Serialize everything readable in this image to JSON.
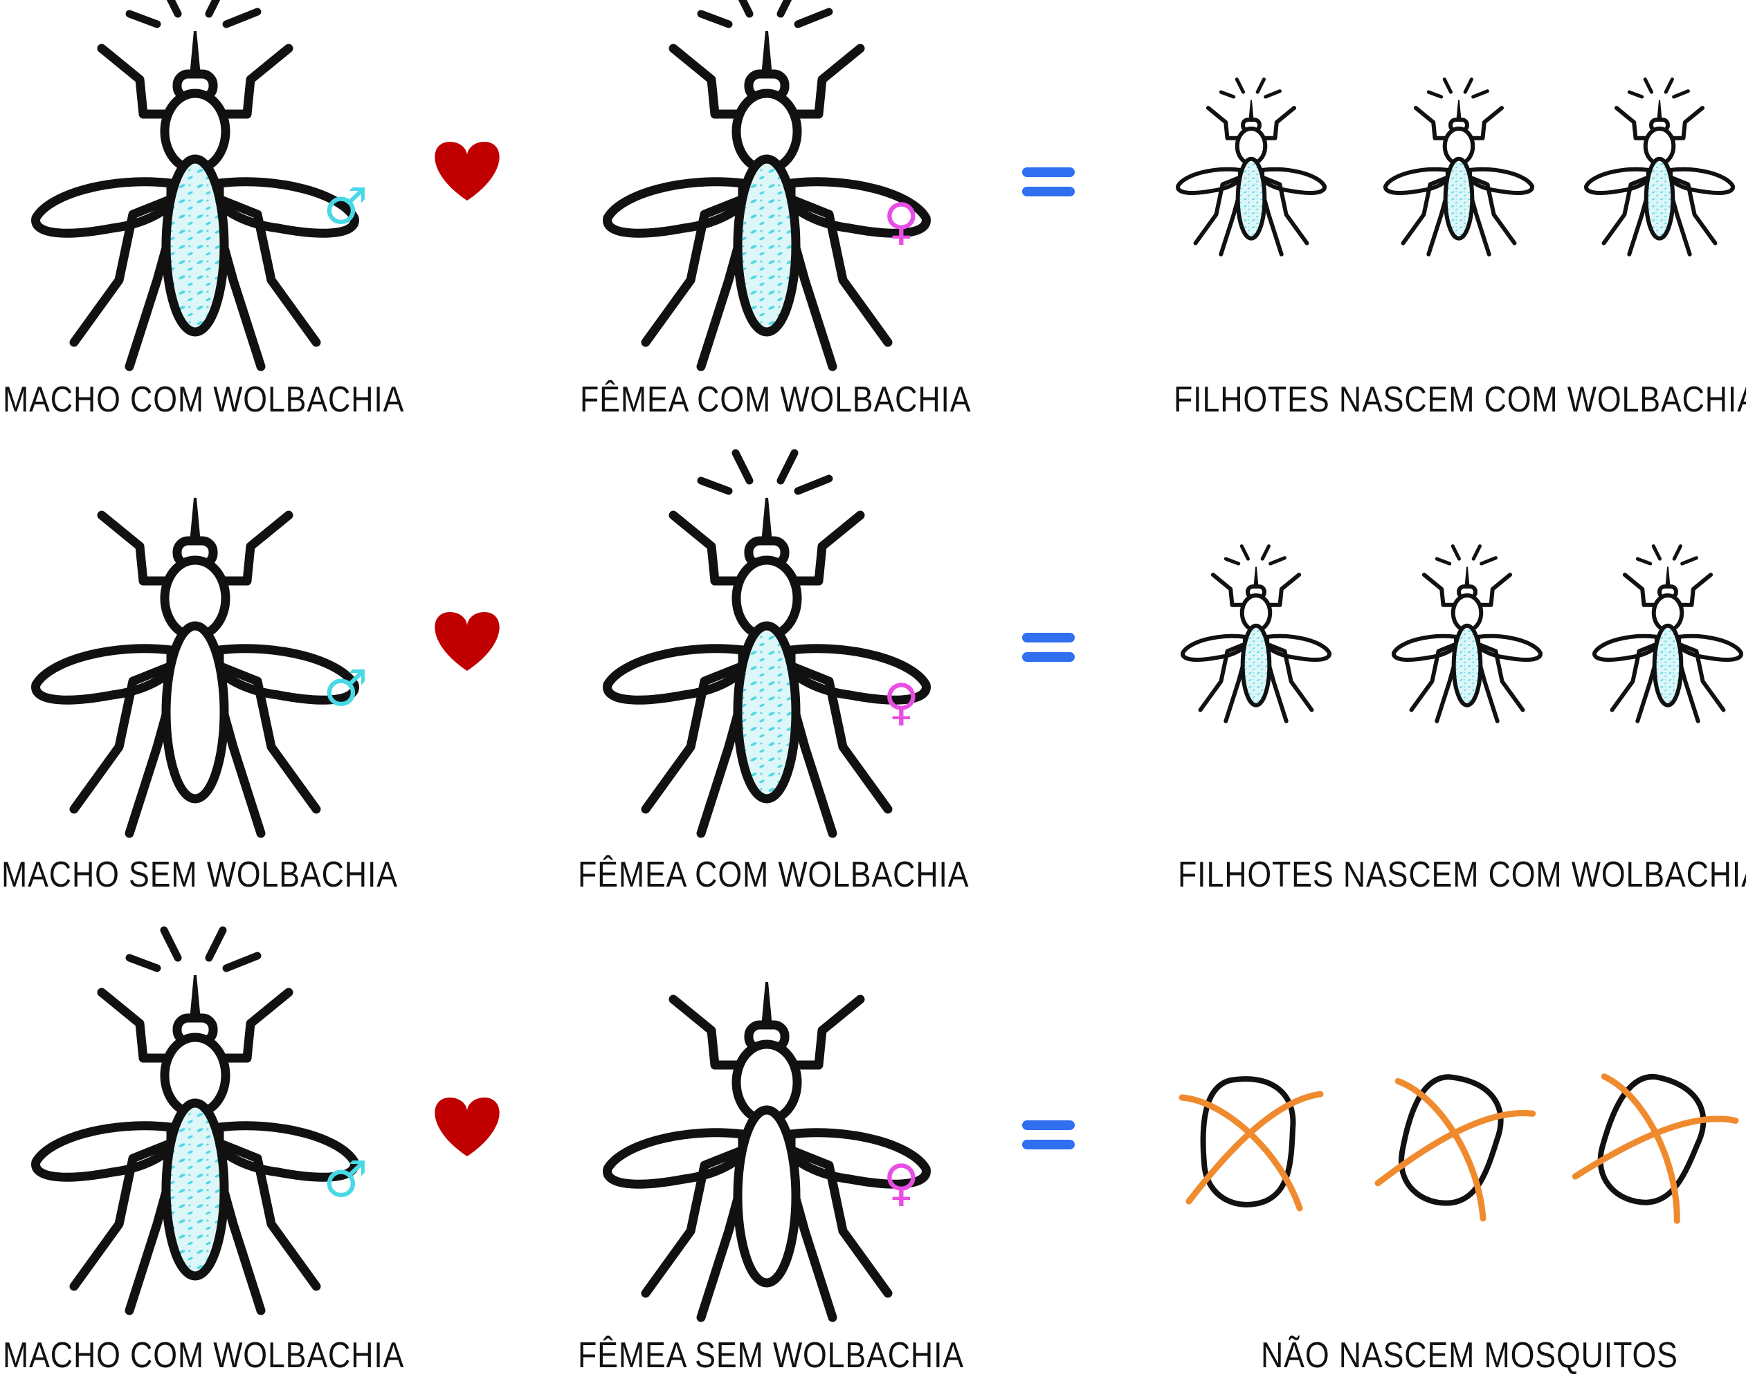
{
  "colors": {
    "ink": "#111111",
    "wolbachia": "#4fd8e8",
    "male_symbol": "#49d9e6",
    "female_symbol": "#e84ee4",
    "heart": "#c00000",
    "equals": "#2f6ff0",
    "egg_cross": "#f08a2e"
  },
  "rows": [
    {
      "male": {
        "label": "MACHO COM WOLBACHIA",
        "wolbachia": true,
        "icon": "mosquito-male-icon"
      },
      "operator": "heart-icon",
      "female": {
        "label": "FÊMEA COM WOLBACHIA",
        "wolbachia": true,
        "icon": "mosquito-female-icon"
      },
      "equals": "equals-icon",
      "result": {
        "label": "FILHOTES NASCEM COM WOLBACHIA",
        "type": "offspring-with-wolbachia"
      }
    },
    {
      "male": {
        "label": "MACHO SEM WOLBACHIA",
        "wolbachia": false,
        "icon": "mosquito-male-icon"
      },
      "operator": "heart-icon",
      "female": {
        "label": "FÊMEA COM WOLBACHIA",
        "wolbachia": true,
        "icon": "mosquito-female-icon"
      },
      "equals": "equals-icon",
      "result": {
        "label": "FILHOTES NASCEM COM WOLBACHIA",
        "type": "offspring-with-wolbachia"
      }
    },
    {
      "male": {
        "label": "MACHO COM WOLBACHIA",
        "wolbachia": true,
        "icon": "mosquito-male-icon"
      },
      "operator": "heart-icon",
      "female": {
        "label": "FÊMEA SEM WOLBACHIA",
        "wolbachia": false,
        "icon": "mosquito-female-icon"
      },
      "equals": "equals-icon",
      "result": {
        "label": "NÃO NASCEM MOSQUITOS",
        "type": "crossed-eggs"
      }
    }
  ],
  "symbols": {
    "male": "♂",
    "female": "♀"
  }
}
